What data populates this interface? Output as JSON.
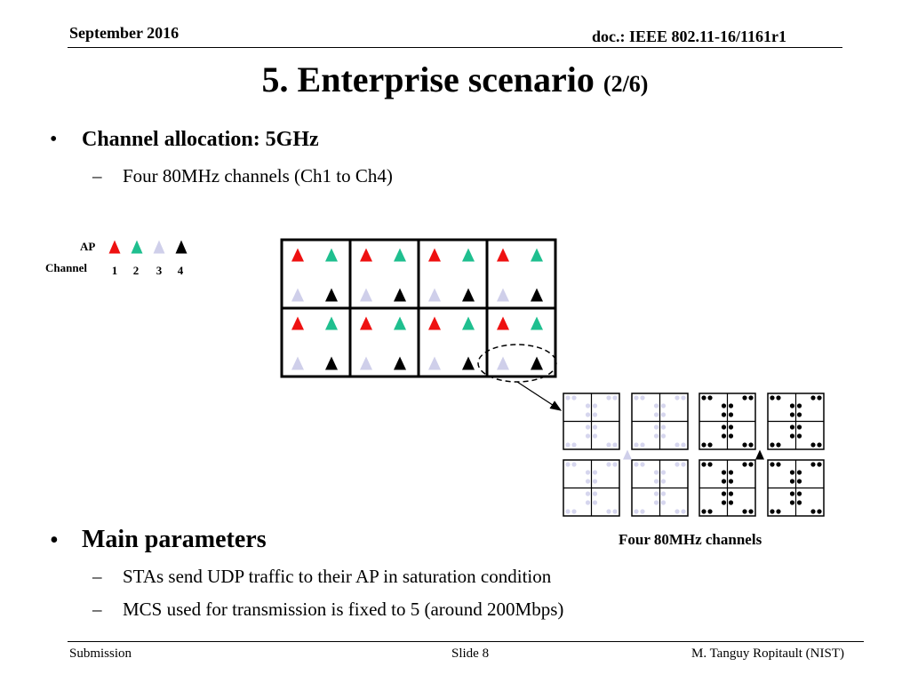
{
  "header": {
    "date": "September 2016",
    "doc": "doc.: IEEE 802.11-16/1161r1"
  },
  "title": {
    "main": "5. Enterprise scenario",
    "sub": "(2/6)"
  },
  "bullets": [
    {
      "marker": "•",
      "text": "Channel allocation: 5GHz",
      "subs": [
        {
          "marker": "–",
          "text": "Four 80MHz channels (Ch1 to Ch4)"
        }
      ]
    },
    {
      "marker": "•",
      "text": "Main parameters",
      "subs": [
        {
          "marker": "–",
          "text": "STAs send UDP traffic to their AP in saturation condition"
        },
        {
          "marker": "–",
          "text": "MCS used for transmission is fixed to 5 (around 200Mbps)"
        }
      ]
    }
  ],
  "legend": {
    "ap_label": "AP",
    "channel_label": "Channel",
    "channels": [
      "1",
      "2",
      "3",
      "4"
    ]
  },
  "colors": {
    "ch1": "#ee1111",
    "ch2": "#1fbf8f",
    "ch3": "#cfcfea",
    "ch4": "#000000"
  },
  "caption": "Four 80MHz channels",
  "footer": {
    "left": "Submission",
    "center": "Slide 8",
    "right": "M. Tanguy Ropitault (NIST)"
  }
}
